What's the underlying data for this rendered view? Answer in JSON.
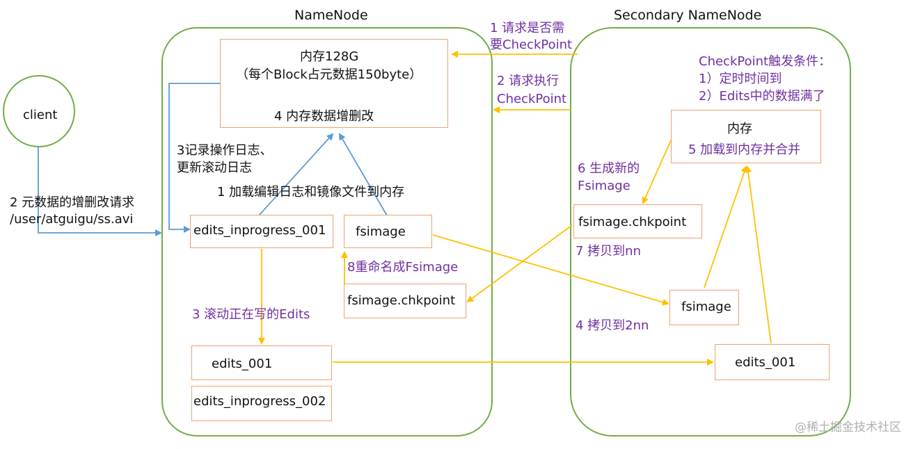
{
  "colors": {
    "container_border": "#70ad47",
    "box_border": "#f0a070",
    "arrow_blue": "#5b9bd5",
    "arrow_yellow": "#ffc000",
    "label_purple": "#7030a0",
    "text": "#111111"
  },
  "namenode": {
    "title": "NameNode",
    "memory_box": {
      "line1": "内存128G",
      "line2": "（每个Block占元数据150byte）",
      "line3": "4 内存数据增删改"
    },
    "edits_inprogress_001": "edits_inprogress_001",
    "fsimage": "fsimage",
    "fsimage_chkpoint": "fsimage.chkpoint",
    "edits_001": "edits_001",
    "edits_inprogress_002": "edits_inprogress_002",
    "log_label_line1": "3记录操作日志、",
    "log_label_line2": "更新滚动日志",
    "load_label": "1 加载编辑日志和镜像文件到内存",
    "rename_label": "8重命名成Fsimage",
    "roll_label": "3 滚动正在写的Edits"
  },
  "client": {
    "label": "client",
    "request_line1": "2 元数据的增删改请求",
    "request_line2": "/user/atguigu/ss.avi"
  },
  "secondary": {
    "title": "Secondary NameNode",
    "trigger_title": "CheckPoint触发条件：",
    "trigger_1": "1）定时时间到",
    "trigger_2": "2）Edits中的数据满了",
    "memory_box": {
      "line1": "内存",
      "line2": "5 加载到内存并合并"
    },
    "gen_label_line1": "6 生成新的",
    "gen_label_line2": "Fsimage",
    "fsimage_chkpoint": "fsimage.chkpoint",
    "copy_to_nn": "7 拷贝到nn",
    "fsimage": "fsimage",
    "copy_to_2nn": "4 拷贝到2nn",
    "edits_001": "edits_001"
  },
  "between": {
    "ask_line1": "1 请求是否需",
    "ask_line2": "要CheckPoint",
    "exec_line1": "2 请求执行",
    "exec_line2": "CheckPoint"
  },
  "watermark": "@稀土掘金技术社区"
}
